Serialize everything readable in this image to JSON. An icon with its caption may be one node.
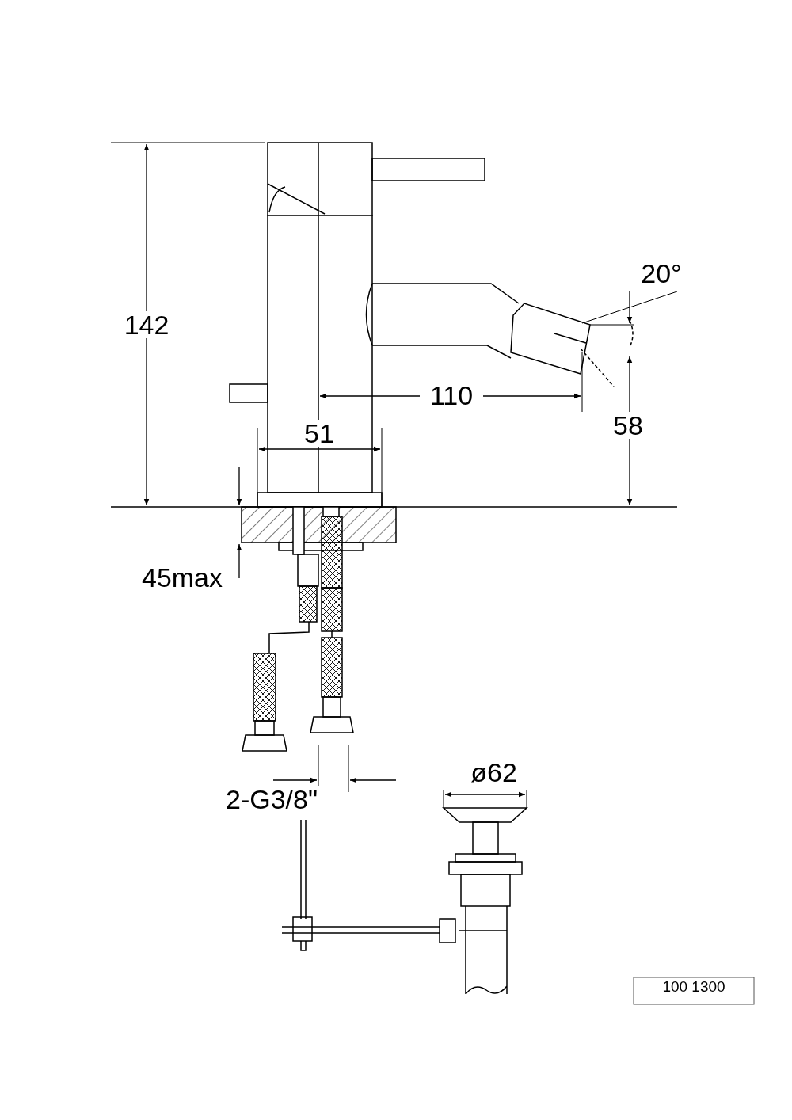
{
  "diagram": {
    "labels": [
      "142",
      "20°",
      "110",
      "58",
      "51",
      "45max",
      "2-G3/8\"",
      "ø62",
      "100 1300"
    ]
  }
}
